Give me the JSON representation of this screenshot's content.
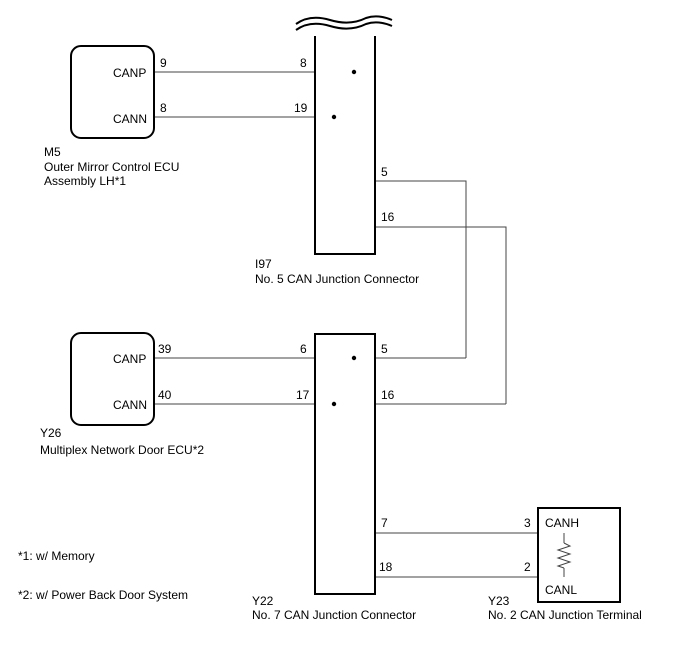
{
  "ecu_m5": {
    "code": "M5",
    "name_line1": "Outer Mirror Control ECU",
    "name_line2": "Assembly LH*1",
    "pin_canp_label": "CANP",
    "pin_canp_num": "9",
    "pin_cann_label": "CANN",
    "pin_cann_num": "8"
  },
  "ecu_y26": {
    "code": "Y26",
    "name": "Multiplex Network Door ECU*2",
    "pin_canp_label": "CANP",
    "pin_canp_num": "39",
    "pin_cann_label": "CANN",
    "pin_cann_num": "40"
  },
  "connector_i97": {
    "code": "I97",
    "name": "No. 5 CAN Junction Connector",
    "pin_left_top": "8",
    "pin_left_bottom": "19",
    "pin_right_top": "5",
    "pin_right_bottom": "16"
  },
  "connector_y22": {
    "code": "Y22",
    "name": "No. 7 CAN Junction Connector",
    "pin_left_top": "6",
    "pin_left_bottom": "17",
    "pin_right_top": "5",
    "pin_right_bottom": "16",
    "pin_right_lower_top": "7",
    "pin_right_lower_bottom": "18"
  },
  "terminal_y23": {
    "code": "Y23",
    "name": "No. 2 CAN Junction Terminal",
    "pin_canh_label": "CANH",
    "pin_canh_num": "3",
    "pin_canl_label": "CANL",
    "pin_canl_num": "2"
  },
  "notes": {
    "note1": "*1: w/ Memory",
    "note2": "*2: w/ Power Back Door System"
  }
}
